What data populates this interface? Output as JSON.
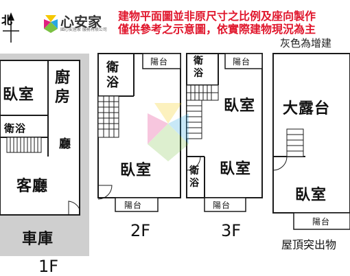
{
  "compass": {
    "label": "北"
  },
  "brand": {
    "name": "心安家",
    "tagline": "國心安居家 服務有限公司"
  },
  "notice": {
    "line1": "建物平面圖並非原尺寸之比例及座向製作",
    "line2": "僅供參考之示意圖，依實際建物現況為主",
    "gray_note": "灰色為增建"
  },
  "floors": {
    "f1": {
      "label": "1F",
      "rooms": {
        "bedroom": "臥室",
        "kitchen": "廚房",
        "bath": "衛浴",
        "hall": "廳",
        "living": "客廳",
        "garage": "車庫"
      }
    },
    "f2": {
      "label": "2F",
      "rooms": {
        "bath": "衛浴",
        "balcony_top": "陽台",
        "bedroom": "臥室",
        "balcony_bottom": "陽台"
      }
    },
    "f3": {
      "label": "3F",
      "rooms": {
        "bath_top": "衛浴",
        "balcony_top": "陽台",
        "bedroom_top": "臥室",
        "bath_bottom": "衛浴",
        "bedroom_bottom": "臥室",
        "balcony_bottom": "陽台"
      }
    },
    "roof": {
      "label": "屋頂突出物",
      "rooms": {
        "terrace": "大露台",
        "bedroom": "臥室",
        "balcony": "陽台"
      }
    }
  },
  "colors": {
    "added_gray": "#cfcfcf",
    "wall": "#1a1a1a",
    "notice_red": "#e0152b"
  }
}
